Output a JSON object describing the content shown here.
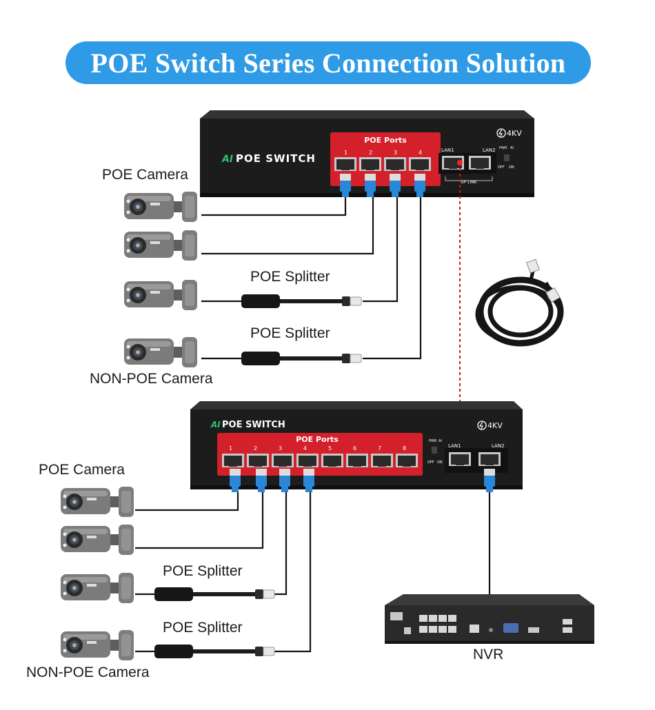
{
  "title": "POE Switch Series Connection Solution",
  "labels": {
    "poe_camera": "POE Camera",
    "non_poe_camera": "NON-POE Camera",
    "poe_splitter": "POE Splitter",
    "nvr": "NVR"
  },
  "switch_top": {
    "ai": "AI",
    "name": "POE SWITCH",
    "ports_label": "POE Ports",
    "port_numbers": [
      "1",
      "2",
      "3",
      "4"
    ],
    "lan1": "LAN1",
    "lan2": "LAN2",
    "uplink": "UP LINK",
    "kv": "4KV",
    "pwr": "PWR",
    "ai_small": "AI",
    "off": "OFF",
    "on": "ON"
  },
  "switch_bottom": {
    "ai": "AI",
    "name": "POE SWITCH",
    "ports_label": "POE Ports",
    "port_numbers": [
      "1",
      "2",
      "3",
      "4",
      "5",
      "6",
      "7",
      "8"
    ],
    "lan1": "LAN1",
    "lan2": "LAN2",
    "kv": "4KV",
    "pwr": "PWR",
    "ai_small": "AI",
    "off": "OFF",
    "on": "ON"
  },
  "colors": {
    "banner": "#2f9be6",
    "switch_body": "#1c1c1c",
    "port_panel": "#d4202a",
    "connector": "#2a86d6",
    "link_line": "#d8101a"
  }
}
